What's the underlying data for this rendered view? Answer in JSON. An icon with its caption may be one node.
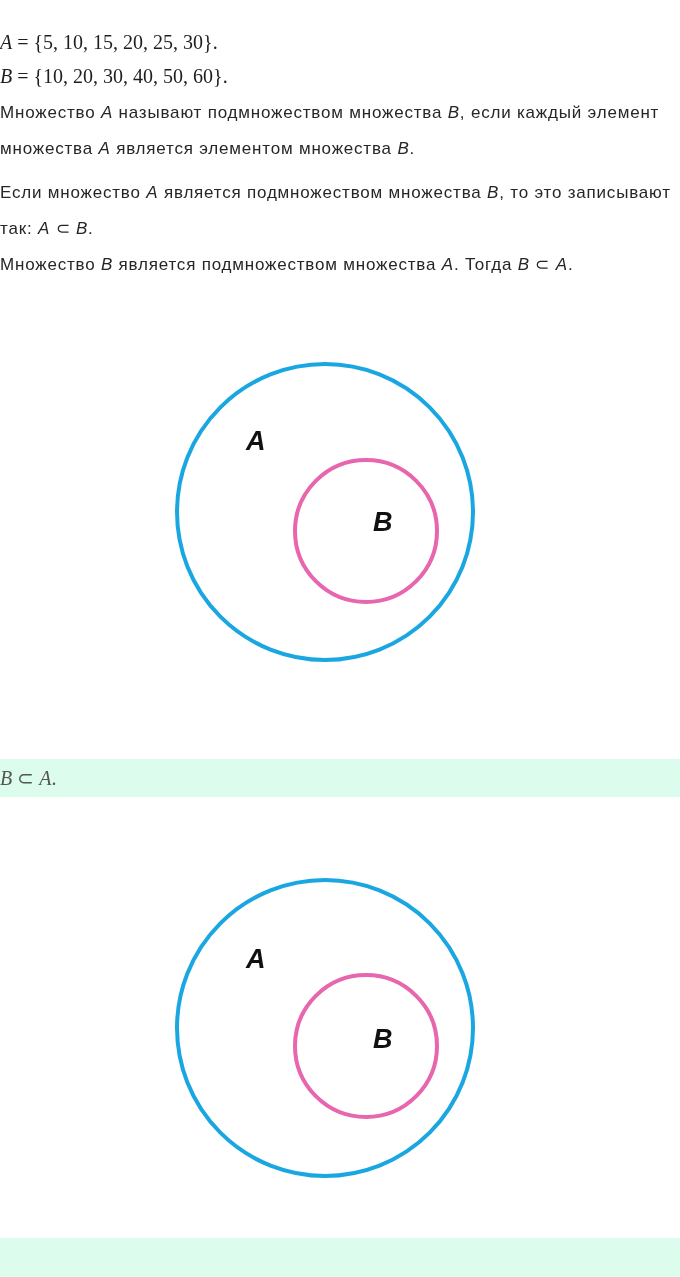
{
  "diagram": {
    "nodes": [
      {
        "text": [
          "A"
        ]
      },
      {
        "text": [
          "B"
        ],
        "in": 0
      },
      {
        "text": [
          "*B* ⊂ *A*."
        ]
      },
      {
        "text": [
          "A"
        ]
      },
      {
        "text": [
          "B"
        ],
        "in": 3
      },
      {
        "text": [],
        "shape": "bar"
      }
    ],
    "labels": [
      "*A* = {5, 10, 15, 20, 25, 30}.",
      "*B* = {10, 20, 30, 40, 50, 60}.",
      "Множество *A* называют подмножеством множества *B*, если каждый элемент множества *A* является элементом множества *B*.",
      "Если множество *A* является подмножеством множества *B*, то это записывают так: *A* ⊂ *B*.",
      "Множество *B* является подмножеством множества *A*. Тогда *B* ⊂ *A*."
    ]
  }
}
